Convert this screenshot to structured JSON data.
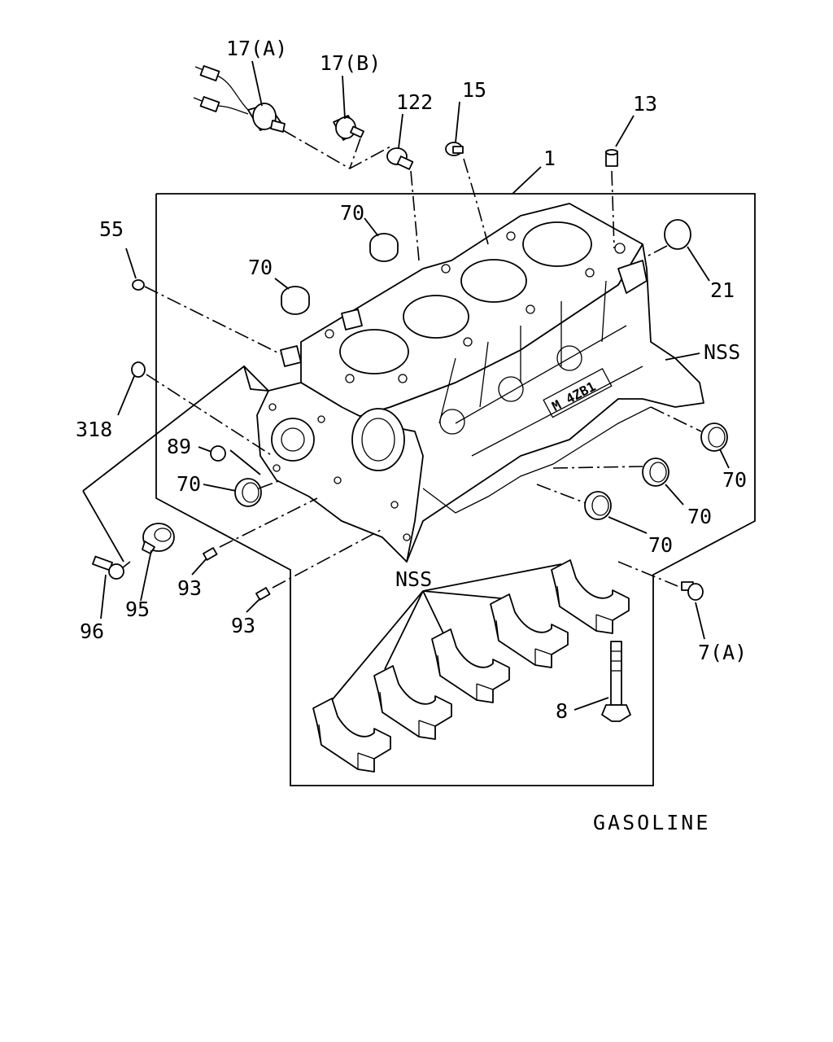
{
  "labels": {
    "l17a": "17(A)",
    "l17b": "17(B)",
    "l122": "122",
    "l15": "15",
    "l13": "13",
    "l1": "1",
    "l21": "21",
    "l55": "55",
    "l70a": "70",
    "l70b": "70",
    "lnss1": "NSS",
    "l318": "318",
    "l89": "89",
    "l70c": "70",
    "l70d": "70",
    "l70e": "70",
    "l70f": "70",
    "l93a": "93",
    "l93b": "93",
    "l95": "95",
    "l96": "96",
    "lnss2": "NSS",
    "l7a": "7(A)",
    "l8": "8",
    "gasoline": "GASOLINE"
  }
}
